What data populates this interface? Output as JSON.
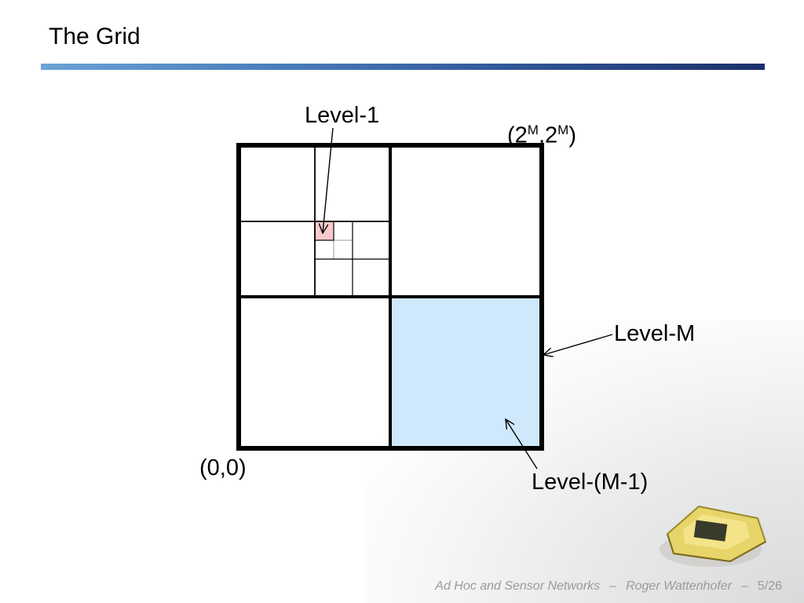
{
  "slide": {
    "title": "The Grid"
  },
  "labels": {
    "level1": "Level-1",
    "corner_top_base_open": "(2",
    "corner_top_exp1": "M",
    "corner_top_mid": ",2",
    "corner_top_exp2": "M",
    "corner_top_close": ")",
    "origin": "(0,0)",
    "levelM": "Level-M",
    "levelM1": "Level-(M-1)"
  },
  "colors": {
    "level_m1_fill": "#cfe8fb",
    "level1_fill": "#f9c9cc"
  },
  "footer": {
    "course": "Ad Hoc and Sensor Networks",
    "sep1": "–",
    "author": "Roger Wattenhofer",
    "sep2": "–",
    "page": "5/26"
  }
}
